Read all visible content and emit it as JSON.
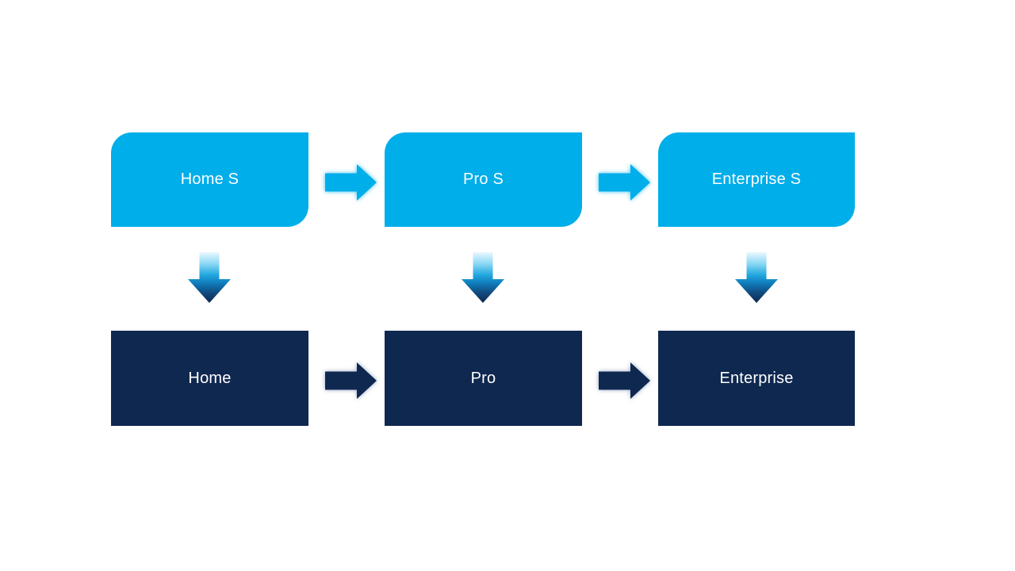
{
  "canvas": {
    "background_color": "#FFFFFF"
  },
  "colors": {
    "top_box_fill": "#00AEEA",
    "bottom_box_fill": "#0F2850",
    "label_text": "#FFFFFF",
    "down_arrow_gradient": [
      "#EAF7FD",
      "#8ED9F5",
      "#21A7DF",
      "#0F7AB8",
      "#114A7E",
      "#0F2850"
    ]
  },
  "icons": {
    "right_arrow": "right-arrow-icon",
    "down_arrow": "down-arrow-icon"
  },
  "diagram": {
    "top_row": {
      "items": [
        {
          "label": "Home S"
        },
        {
          "label": "Pro S"
        },
        {
          "label": "Enterprise S"
        }
      ]
    },
    "bottom_row": {
      "items": [
        {
          "label": "Home"
        },
        {
          "label": "Pro"
        },
        {
          "label": "Enterprise"
        }
      ]
    }
  }
}
